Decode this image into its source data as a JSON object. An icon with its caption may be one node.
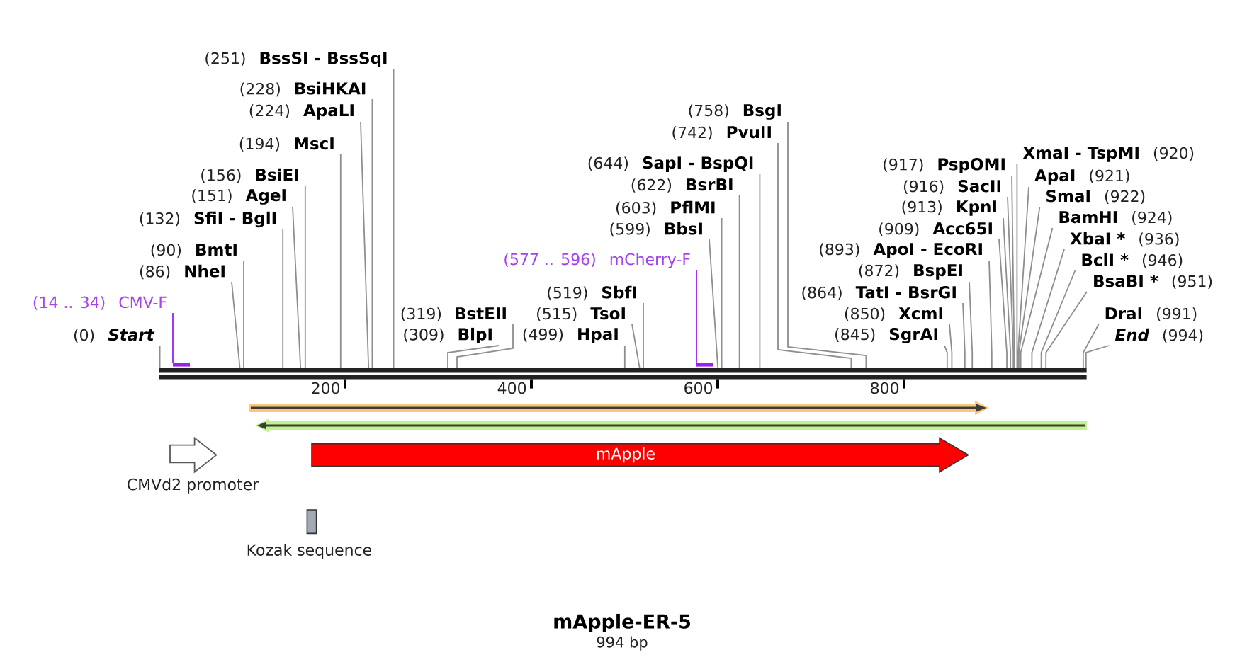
{
  "diagram": {
    "title": "mApple-ER-5",
    "nodes": [
      {
        "text": [
          "(0)",
          "Start"
        ]
      },
      {
        "text": [
          "(14 .. 34)",
          "CMV-F"
        ]
      },
      {
        "text": [
          "(86)",
          "NheI"
        ]
      },
      {
        "text": [
          "(90)",
          "BmtI"
        ]
      },
      {
        "text": [
          "(132)",
          "SfiI - BglI"
        ]
      },
      {
        "text": [
          "(151)",
          "AgeI"
        ]
      },
      {
        "text": [
          "(156)",
          "BsiEI"
        ]
      },
      {
        "text": [
          "(194)",
          "MscI"
        ]
      },
      {
        "text": [
          "(224)",
          "ApaLI"
        ]
      },
      {
        "text": [
          "(228)",
          "BsiHKAI"
        ]
      },
      {
        "text": [
          "(251)",
          "BssSI - BssSqI"
        ]
      },
      {
        "text": [
          "(309)",
          "BlpI"
        ]
      },
      {
        "text": [
          "(319)",
          "BstEII"
        ]
      },
      {
        "text": [
          "(499)",
          "HpaI"
        ]
      },
      {
        "text": [
          "(515)",
          "TsoI"
        ]
      },
      {
        "text": [
          "(519)",
          "SbfI"
        ]
      },
      {
        "text": [
          "(577 .. 596)",
          "mCherry-F"
        ]
      },
      {
        "text": [
          "(599)",
          "BbsI"
        ]
      },
      {
        "text": [
          "(603)",
          "PflMI"
        ]
      },
      {
        "text": [
          "(622)",
          "BsrBI"
        ]
      },
      {
        "text": [
          "(644)",
          "SapI - BspQI"
        ]
      },
      {
        "text": [
          "(742)",
          "PvuII"
        ]
      },
      {
        "text": [
          "(758)",
          "BsgI"
        ]
      },
      {
        "text": [
          "(845)",
          "SgrAI"
        ]
      },
      {
        "text": [
          "(850)",
          "XcmI"
        ]
      },
      {
        "text": [
          "(864)",
          "TatI - BsrGI"
        ]
      },
      {
        "text": [
          "(872)",
          "BspEI"
        ]
      },
      {
        "text": [
          "(893)",
          "ApoI - EcoRI"
        ]
      },
      {
        "text": [
          "(909)",
          "Acc65I"
        ]
      },
      {
        "text": [
          "(913)",
          "KpnI"
        ]
      },
      {
        "text": [
          "(916)",
          "SacII"
        ]
      },
      {
        "text": [
          "(917)",
          "PspOMI"
        ]
      },
      {
        "text": [
          "XmaI - TspMI",
          "(920)"
        ]
      },
      {
        "text": [
          "ApaI",
          "(921)"
        ]
      },
      {
        "text": [
          "SmaI",
          "(922)"
        ]
      },
      {
        "text": [
          "BamHI",
          "(924)"
        ]
      },
      {
        "text": [
          "XbaI *",
          "(936)"
        ]
      },
      {
        "text": [
          "BclI *",
          "(946)"
        ]
      },
      {
        "text": [
          "BsaBI *",
          "(951)"
        ]
      },
      {
        "text": [
          "DraI",
          "(991)"
        ]
      },
      {
        "text": [
          "End",
          "(994)"
        ]
      },
      {
        "text": [],
        "shape": "bar"
      },
      {
        "text": [],
        "shape": "bar"
      },
      {
        "text": [],
        "shape": "bar"
      },
      {
        "text": [],
        "shape": "arrow"
      },
      {
        "text": [],
        "shape": "arrow"
      },
      {
        "text": [
          "CMVd2 promoter"
        ]
      },
      {
        "text": [
          "mApple"
        ]
      },
      {
        "text": [
          "Kozak sequence"
        ]
      }
    ],
    "edges": [
      {
        "from": 0,
        "to": 41,
        "arrow": "none"
      },
      {
        "from": 1,
        "to": 42,
        "arrow": "none",
        "color": "#9b22ee"
      },
      {
        "from": 2,
        "to": 41,
        "arrow": "none"
      },
      {
        "from": 3,
        "to": 41,
        "arrow": "none"
      },
      {
        "from": 4,
        "to": 41,
        "arrow": "none"
      },
      {
        "from": 5,
        "to": 41,
        "arrow": "none"
      },
      {
        "from": 6,
        "to": 41,
        "arrow": "none"
      },
      {
        "from": 7,
        "to": 41,
        "arrow": "none"
      },
      {
        "from": 8,
        "to": 41,
        "arrow": "none"
      },
      {
        "from": 9,
        "to": 41,
        "arrow": "none"
      },
      {
        "from": 10,
        "to": 41,
        "arrow": "none"
      },
      {
        "from": 11,
        "to": 41,
        "arrow": "none"
      },
      {
        "from": 12,
        "to": 41,
        "arrow": "none"
      },
      {
        "from": 13,
        "to": 41,
        "arrow": "none"
      },
      {
        "from": 14,
        "to": 41,
        "arrow": "none"
      },
      {
        "from": 15,
        "to": 41,
        "arrow": "none"
      },
      {
        "from": 16,
        "to": 43,
        "arrow": "none",
        "color": "#9b22ee"
      },
      {
        "from": 17,
        "to": 41,
        "arrow": "none"
      },
      {
        "from": 18,
        "to": 41,
        "arrow": "none"
      },
      {
        "from": 19,
        "to": 41,
        "arrow": "none"
      },
      {
        "from": 20,
        "to": 41,
        "arrow": "none"
      },
      {
        "from": 21,
        "to": 41,
        "arrow": "none"
      },
      {
        "from": 22,
        "to": 41,
        "arrow": "none"
      },
      {
        "from": 23,
        "to": 41,
        "arrow": "none"
      },
      {
        "from": 24,
        "to": 41,
        "arrow": "none"
      },
      {
        "from": 25,
        "to": 41,
        "arrow": "none"
      },
      {
        "from": 26,
        "to": 41,
        "arrow": "none"
      },
      {
        "from": 27,
        "to": 41,
        "arrow": "none"
      },
      {
        "from": 28,
        "to": 41,
        "arrow": "none"
      },
      {
        "from": 29,
        "to": 41,
        "arrow": "none"
      },
      {
        "from": 30,
        "to": 41,
        "arrow": "none"
      },
      {
        "from": 31,
        "to": 41,
        "arrow": "none"
      },
      {
        "from": 32,
        "to": 41,
        "arrow": "none"
      },
      {
        "from": 33,
        "to": 41,
        "arrow": "none"
      },
      {
        "from": 34,
        "to": 41,
        "arrow": "none"
      },
      {
        "from": 35,
        "to": 41,
        "arrow": "none"
      },
      {
        "from": 36,
        "to": 41,
        "arrow": "none"
      },
      {
        "from": 37,
        "to": 41,
        "arrow": "none"
      },
      {
        "from": 38,
        "to": 41,
        "arrow": "none"
      },
      {
        "from": 39,
        "to": 41,
        "arrow": "none"
      },
      {
        "from": 40,
        "to": 41,
        "arrow": "none"
      }
    ],
    "labels": [
      "200",
      "400",
      "600",
      "800",
      "994 bp"
    ]
  }
}
